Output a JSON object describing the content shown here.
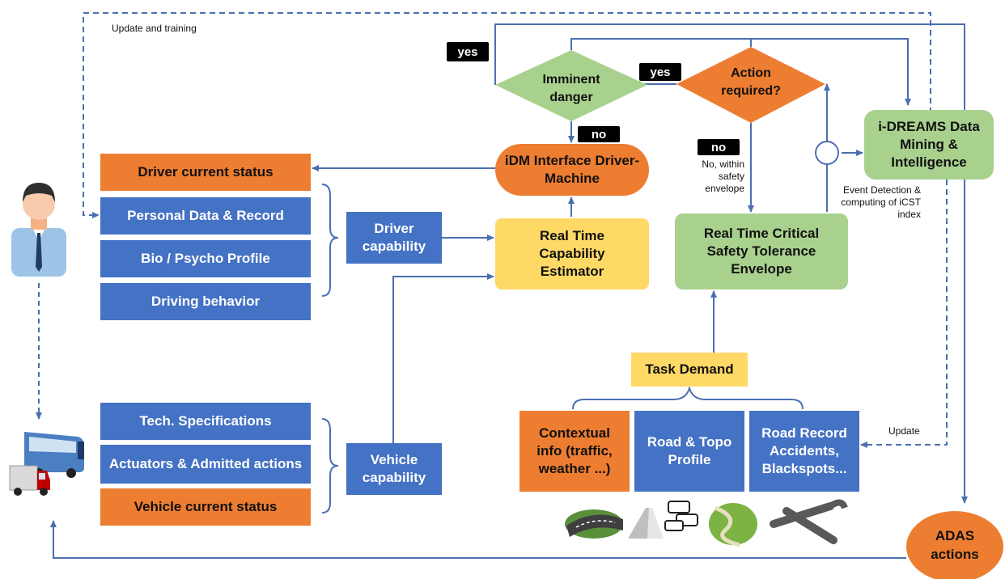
{
  "diagram": {
    "update_training": "Update and training",
    "update": "Update",
    "driver_status": "Driver current status",
    "personal_data": "Personal Data & Record",
    "bio_profile": "Bio / Psycho Profile",
    "driving_behavior": "Driving behavior",
    "driver_capability": "Driver capability",
    "tech_specs": "Tech. Specifications",
    "actuators": "Actuators & Admitted actions",
    "vehicle_status": "Vehicle current status",
    "vehicle_capability": "Vehicle capability",
    "estimator": "Real Time Capability Estimator",
    "envelope": "Real Time Critical Safety Tolerance Envelope",
    "idm": "iDM Interface Driver-Machine",
    "imminent_danger": "Imminent danger",
    "action_required": "Action required?",
    "yes_left": "yes",
    "yes_mid": "yes",
    "no_idm": "no",
    "no_envelope": "no",
    "no_within": "No, within safety envelope",
    "idreams": "i-DREAMS Data Mining & Intelligence",
    "event_detection": "Event Detection & computing of iCST index",
    "task_demand": "Task Demand",
    "contextual": "Contextual info (traffic, weather ...)",
    "road_topo": "Road & Topo Profile",
    "road_record": "Road Record Accidents, Blackspots...",
    "adas": "ADAS actions"
  },
  "colors": {
    "blue": "#4472c4",
    "orange": "#ed7d31",
    "yellow": "#ffd966",
    "green": "#a9d18e",
    "line": "#4a6fb0"
  },
  "icons": [
    "driver-person-icon",
    "bus-icon",
    "truck-icon",
    "road-icon",
    "highway-icon",
    "traffic-cars-icon",
    "curvy-road-icon",
    "junction-road-icon"
  ]
}
